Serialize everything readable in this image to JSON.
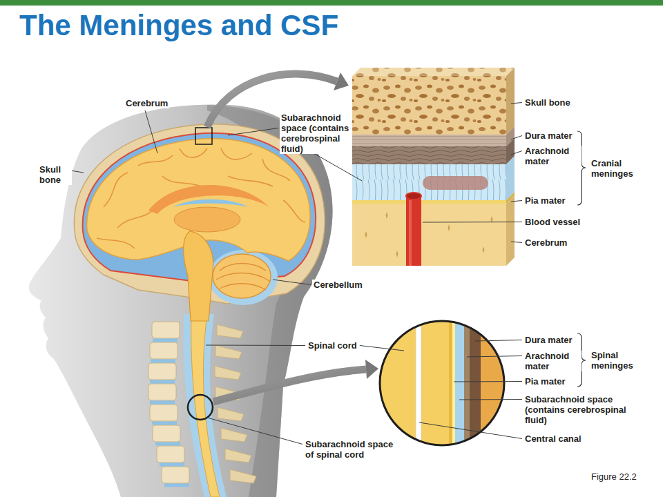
{
  "diagram": {
    "title": "The Meninges and CSF",
    "caption": "Figure 22.2",
    "labels": [
      "Cerebrum",
      "Skull bone",
      "Subarachnoid space (contains cerebrospinal fluid)",
      "Skull bone",
      "Dura mater",
      "Arachnoid mater",
      "Cranial meninges",
      "Pia mater",
      "Blood vessel",
      "Cerebrum",
      "Cerebellum",
      "Spinal cord",
      "Dura mater",
      "Arachnoid mater",
      "Spinal meninges",
      "Pia mater",
      "Subarachnoid space (contains cerebrospinal fluid)",
      "Central canal",
      "Subarachnoid space of spinal cord"
    ]
  }
}
